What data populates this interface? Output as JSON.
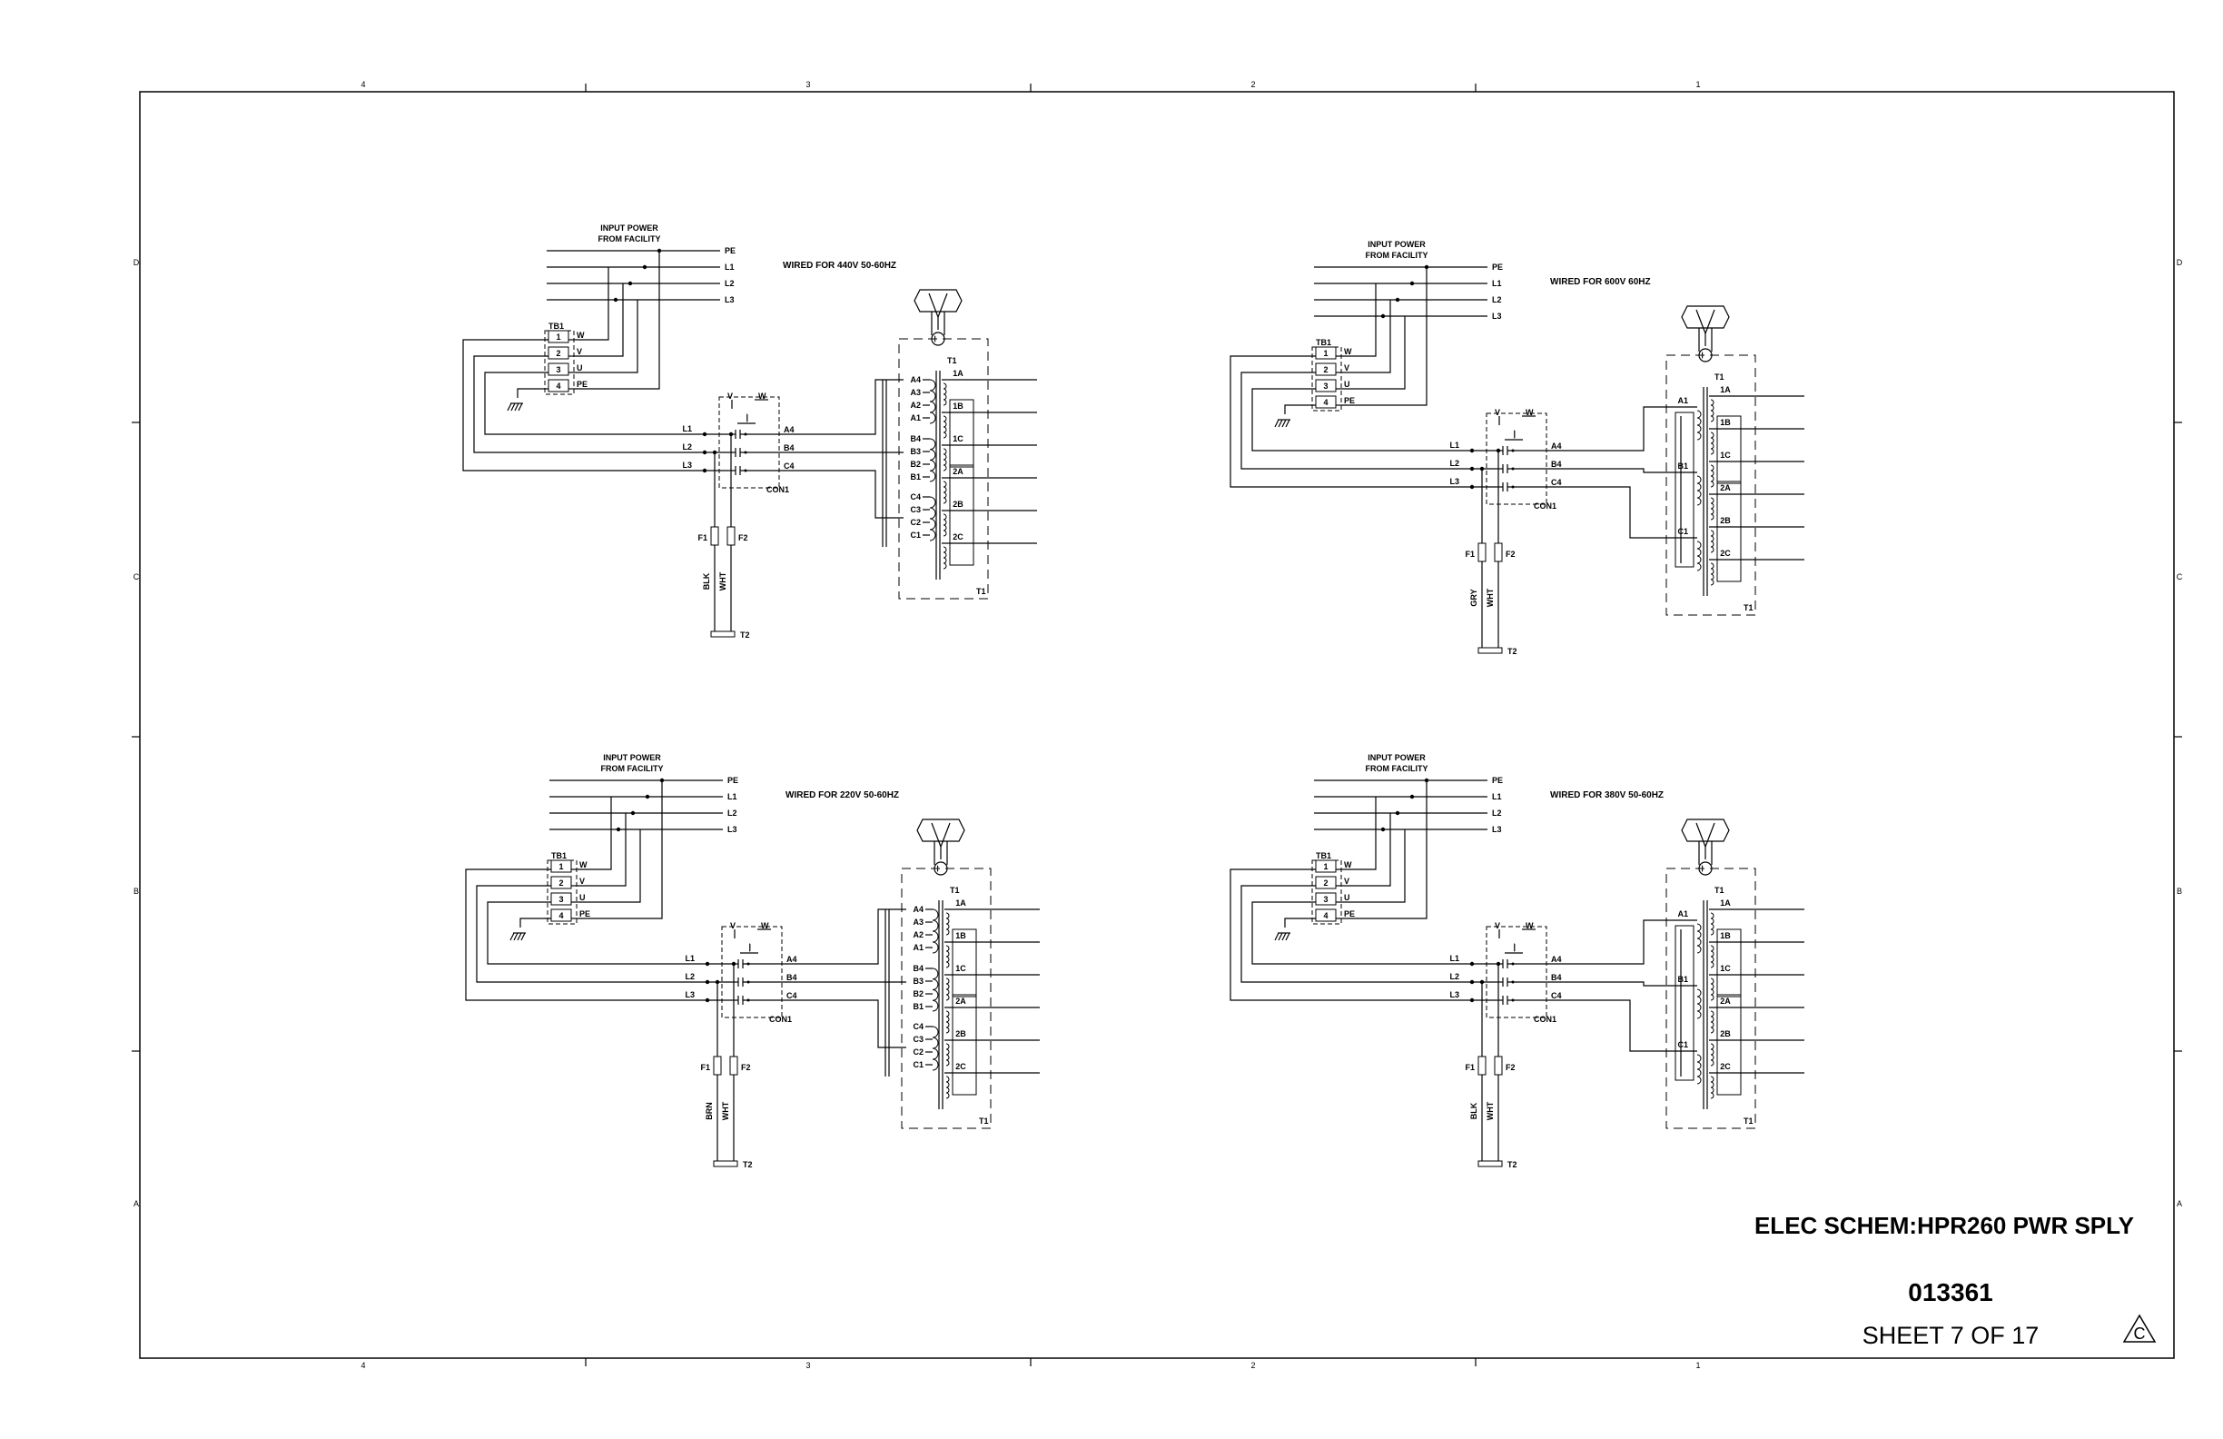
{
  "title_block": {
    "title": "ELEC SCHEM:HPR260 PWR SPLY",
    "drawing_number": "013361",
    "sheet": "SHEET 7 OF 17",
    "revision": "C"
  },
  "zones": {
    "columns": [
      "4",
      "3",
      "2",
      "1"
    ],
    "rows": [
      "D",
      "C",
      "B",
      "A"
    ]
  },
  "labels": {
    "input_power_1": "INPUT POWER",
    "input_power_2": "FROM FACILITY",
    "bus": [
      "PE",
      "L1",
      "L2",
      "L3"
    ],
    "tb": "TB1",
    "tb_pins": [
      "1",
      "2",
      "3",
      "4"
    ],
    "tb_names": [
      "W",
      "V",
      "U",
      "PE"
    ],
    "lines": [
      "L1",
      "L2",
      "L3"
    ],
    "v": "V",
    "w": "W",
    "con": "CON1",
    "outs": [
      "A4",
      "B4",
      "C4"
    ],
    "f1": "F1",
    "f2": "F2",
    "t1": "T1",
    "t2": "T2",
    "wht": "WHT",
    "secondaries": [
      "1A",
      "1B",
      "1C",
      "2A",
      "2B",
      "2C"
    ],
    "taps_full": [
      "A4",
      "A3",
      "A2",
      "A1",
      "B4",
      "B3",
      "B2",
      "B1",
      "C4",
      "C3",
      "C2",
      "C1"
    ],
    "taps_short": [
      "A1",
      "B1",
      "C1"
    ]
  },
  "panels": [
    {
      "id": "440",
      "heading": "WIRED FOR 440V 50-60HZ",
      "wire": "BLK"
    },
    {
      "id": "600",
      "heading": "WIRED FOR 600V 60HZ",
      "wire": "GRY"
    },
    {
      "id": "220",
      "heading": "WIRED FOR 220V 50-60HZ",
      "wire": "BRN"
    },
    {
      "id": "380",
      "heading": "WIRED FOR 380V 50-60HZ",
      "wire": "BLK"
    }
  ]
}
